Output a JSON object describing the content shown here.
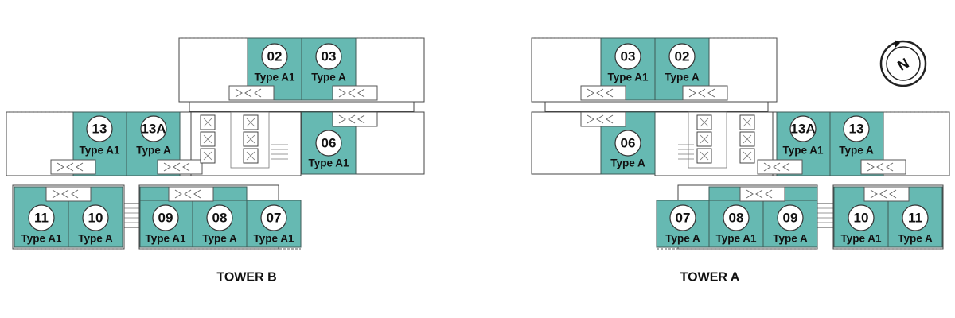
{
  "towers": [
    {
      "name": "TOWER B",
      "units": [
        {
          "number": "02",
          "type": "Type A1"
        },
        {
          "number": "03",
          "type": "Type A"
        },
        {
          "number": "13",
          "type": "Type A1"
        },
        {
          "number": "13A",
          "type": "Type A"
        },
        {
          "number": "06",
          "type": "Type A1"
        },
        {
          "number": "11",
          "type": "Type A1"
        },
        {
          "number": "10",
          "type": "Type A"
        },
        {
          "number": "09",
          "type": "Type A1"
        },
        {
          "number": "08",
          "type": "Type A"
        },
        {
          "number": "07",
          "type": "Type A1"
        }
      ]
    },
    {
      "name": "TOWER A",
      "units": [
        {
          "number": "03",
          "type": "Type A1"
        },
        {
          "number": "02",
          "type": "Type A"
        },
        {
          "number": "06",
          "type": "Type A"
        },
        {
          "number": "13A",
          "type": "Type A1"
        },
        {
          "number": "13",
          "type": "Type A"
        },
        {
          "number": "07",
          "type": "Type A"
        },
        {
          "number": "08",
          "type": "Type A1"
        },
        {
          "number": "09",
          "type": "Type A"
        },
        {
          "number": "10",
          "type": "Type A1"
        },
        {
          "number": "11",
          "type": "Type A"
        }
      ]
    }
  ],
  "compass": {
    "label": "N",
    "icon": "north-compass-icon"
  },
  "colors": {
    "unit_fill": "#66b9b2",
    "unit_stroke": "#3d5a57"
  }
}
